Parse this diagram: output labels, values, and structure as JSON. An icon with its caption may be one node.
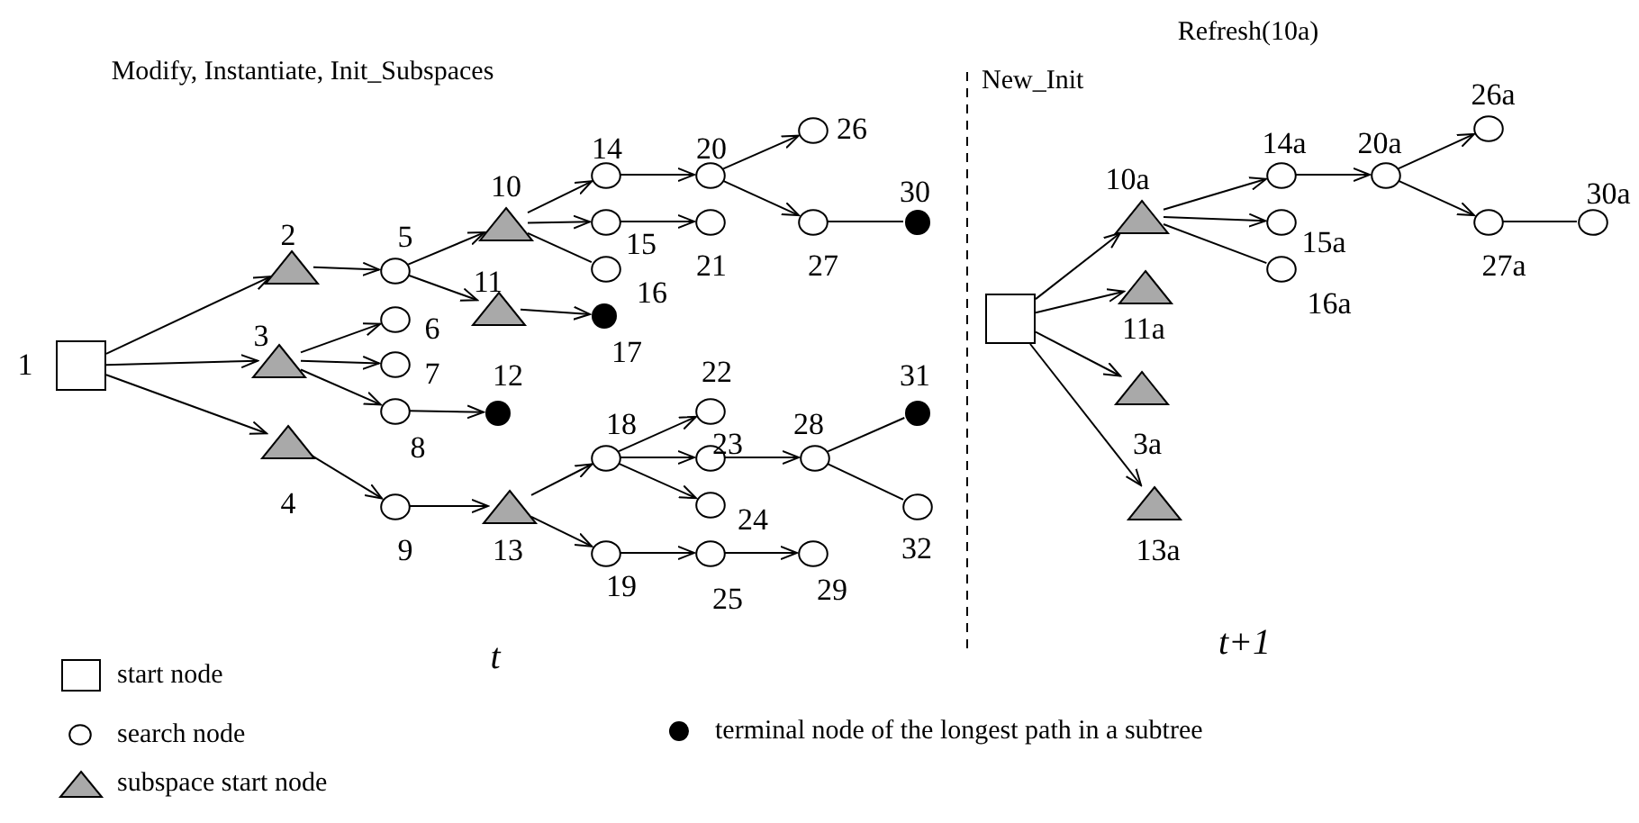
{
  "diagram": {
    "nodes": [
      {
        "text": [
          "1"
        ]
      },
      {
        "text": [
          "2"
        ]
      },
      {
        "text": [
          "3"
        ]
      },
      {
        "text": [
          "4"
        ]
      },
      {
        "text": [
          "5"
        ]
      },
      {
        "text": [
          "6"
        ]
      },
      {
        "text": [
          "7"
        ]
      },
      {
        "text": [
          "8"
        ]
      },
      {
        "text": [
          "9"
        ]
      },
      {
        "text": [
          "10"
        ]
      },
      {
        "text": [
          "11"
        ]
      },
      {
        "text": [
          "12"
        ]
      },
      {
        "text": [
          "13"
        ]
      },
      {
        "text": [
          "14"
        ]
      },
      {
        "text": [
          "15"
        ]
      },
      {
        "text": [
          "16"
        ]
      },
      {
        "text": [
          "17"
        ]
      },
      {
        "text": [
          "18"
        ]
      },
      {
        "text": [
          "19"
        ]
      },
      {
        "text": [
          "20"
        ]
      },
      {
        "text": [
          "21"
        ]
      },
      {
        "text": [
          "22"
        ]
      },
      {
        "text": [
          "23"
        ]
      },
      {
        "text": [
          "24"
        ]
      },
      {
        "text": [
          "25"
        ]
      },
      {
        "text": [
          "26"
        ]
      },
      {
        "text": [
          "27"
        ]
      },
      {
        "text": [
          "28"
        ]
      },
      {
        "text": [
          "29"
        ]
      },
      {
        "text": [
          "30"
        ]
      },
      {
        "text": [
          "31"
        ]
      },
      {
        "text": [
          "32"
        ]
      },
      {
        "text": [],
        "shape": "box"
      },
      {
        "text": [
          "10a"
        ]
      },
      {
        "text": [
          "11a"
        ]
      },
      {
        "text": [
          "3a"
        ]
      },
      {
        "text": [
          "13a"
        ]
      },
      {
        "text": [
          "14a"
        ]
      },
      {
        "text": [
          "15a"
        ]
      },
      {
        "text": [
          "16a"
        ]
      },
      {
        "text": [
          "20a"
        ]
      },
      {
        "text": [
          "26a"
        ]
      },
      {
        "text": [
          "27a"
        ]
      },
      {
        "text": [
          "30a"
        ]
      }
    ],
    "edges": [
      {
        "from": 0,
        "to": 1,
        "arrow": "to"
      },
      {
        "from": 0,
        "to": 2,
        "arrow": "to"
      },
      {
        "from": 0,
        "to": 3,
        "arrow": "to"
      },
      {
        "from": 1,
        "to": 4,
        "arrow": "to"
      },
      {
        "from": 2,
        "to": 5,
        "arrow": "to"
      },
      {
        "from": 2,
        "to": 6,
        "arrow": "to"
      },
      {
        "from": 2,
        "to": 7,
        "arrow": "to"
      },
      {
        "from": 3,
        "to": 8,
        "arrow": "to"
      },
      {
        "from": 4,
        "to": 9,
        "arrow": "to"
      },
      {
        "from": 4,
        "to": 10,
        "arrow": "to"
      },
      {
        "from": 7,
        "to": 11,
        "arrow": "to"
      },
      {
        "from": 8,
        "to": 12,
        "arrow": "to"
      },
      {
        "from": 9,
        "to": 13,
        "arrow": "to"
      },
      {
        "from": 9,
        "to": 14,
        "arrow": "to"
      },
      {
        "from": 9,
        "to": 15,
        "arrow": "none"
      },
      {
        "from": 10,
        "to": 16,
        "arrow": "to"
      },
      {
        "from": 12,
        "to": 17,
        "arrow": "to"
      },
      {
        "from": 12,
        "to": 18,
        "arrow": "to"
      },
      {
        "from": 13,
        "to": 19,
        "arrow": "to"
      },
      {
        "from": 14,
        "to": 20,
        "arrow": "to"
      },
      {
        "from": 17,
        "to": 21,
        "arrow": "to"
      },
      {
        "from": 17,
        "to": 22,
        "arrow": "to"
      },
      {
        "from": 17,
        "to": 23,
        "arrow": "to"
      },
      {
        "from": 18,
        "to": 24,
        "arrow": "to"
      },
      {
        "from": 19,
        "to": 25,
        "arrow": "to"
      },
      {
        "from": 19,
        "to": 26,
        "arrow": "to"
      },
      {
        "from": 26,
        "to": 29,
        "arrow": "none"
      },
      {
        "from": 22,
        "to": 27,
        "arrow": "to"
      },
      {
        "from": 24,
        "to": 28,
        "arrow": "to"
      },
      {
        "from": 27,
        "to": 30,
        "arrow": "none"
      },
      {
        "from": 27,
        "to": 31,
        "arrow": "none"
      },
      {
        "from": 32,
        "to": 33,
        "arrow": "to"
      },
      {
        "from": 32,
        "to": 34,
        "arrow": "to"
      },
      {
        "from": 32,
        "to": 35,
        "arrow": "to"
      },
      {
        "from": 32,
        "to": 36,
        "arrow": "to"
      },
      {
        "from": 33,
        "to": 37,
        "arrow": "to"
      },
      {
        "from": 33,
        "to": 38,
        "arrow": "to"
      },
      {
        "from": 33,
        "to": 39,
        "arrow": "none"
      },
      {
        "from": 37,
        "to": 40,
        "arrow": "to"
      },
      {
        "from": 40,
        "to": 41,
        "arrow": "to"
      },
      {
        "from": 40,
        "to": 42,
        "arrow": "to"
      },
      {
        "from": 42,
        "to": 43,
        "arrow": "none"
      }
    ],
    "labels": [
      "Refresh(10a)",
      "Modify, Instantiate, Init_Subspaces",
      "New_Init",
      "t",
      "t+1"
    ],
    "legend": [
      {
        "text": "start node"
      },
      {
        "text": "search node"
      },
      {
        "text": "subspace start node"
      },
      {
        "text": "terminal node of the longest path in a subtree"
      }
    ]
  }
}
